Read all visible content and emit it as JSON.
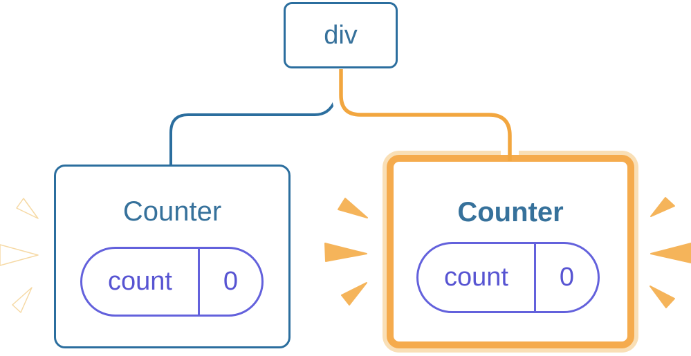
{
  "diagram": {
    "root": {
      "label": "div"
    },
    "children": [
      {
        "title": "Counter",
        "state": {
          "key": "count",
          "value": "0"
        },
        "highlighted": false
      },
      {
        "title": "Counter",
        "state": {
          "key": "count",
          "value": "0"
        },
        "highlighted": true
      }
    ],
    "icons": {
      "left_burst": "sparkle-burst-icon",
      "middle_burst": "sparkle-burst-icon",
      "right_burst": "sparkle-burst-icon"
    },
    "colors": {
      "blue": "#2B6E9E",
      "blue_text": "#36719B",
      "purple": "#6361DC",
      "purple_text": "#5754D2",
      "orange": "#F2A63F",
      "orange_border": "#F5AB4D",
      "orange_light": "#F9DFB6",
      "sparkle_orange": "#F5B45A",
      "sparkle_white": "#FFFFFF",
      "bg": "#FFFFFF"
    }
  }
}
